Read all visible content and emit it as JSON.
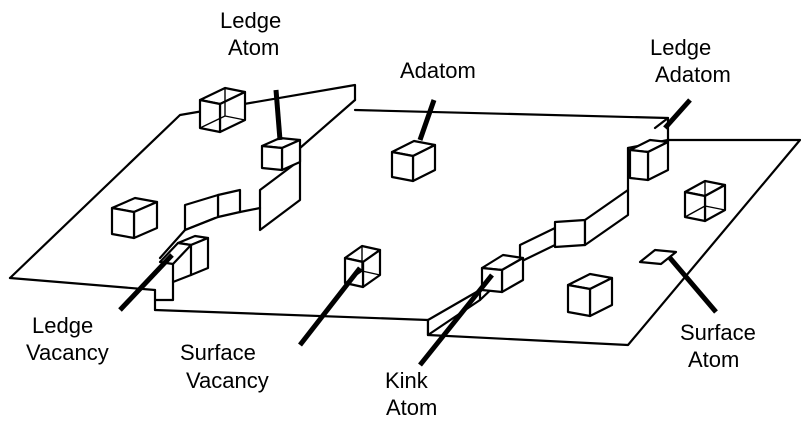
{
  "labels": {
    "ledge_atom": [
      "Ledge",
      "Atom"
    ],
    "adatom": [
      "Adatom"
    ],
    "ledge_adatom": [
      "Ledge",
      "Adatom"
    ],
    "ledge_vacancy": [
      "Ledge",
      "Vacancy"
    ],
    "surface_vacancy": [
      "Surface",
      "Vacancy"
    ],
    "kink_atom": [
      "Kink",
      "Atom"
    ],
    "surface_atom": [
      "Surface",
      "Atom"
    ]
  }
}
